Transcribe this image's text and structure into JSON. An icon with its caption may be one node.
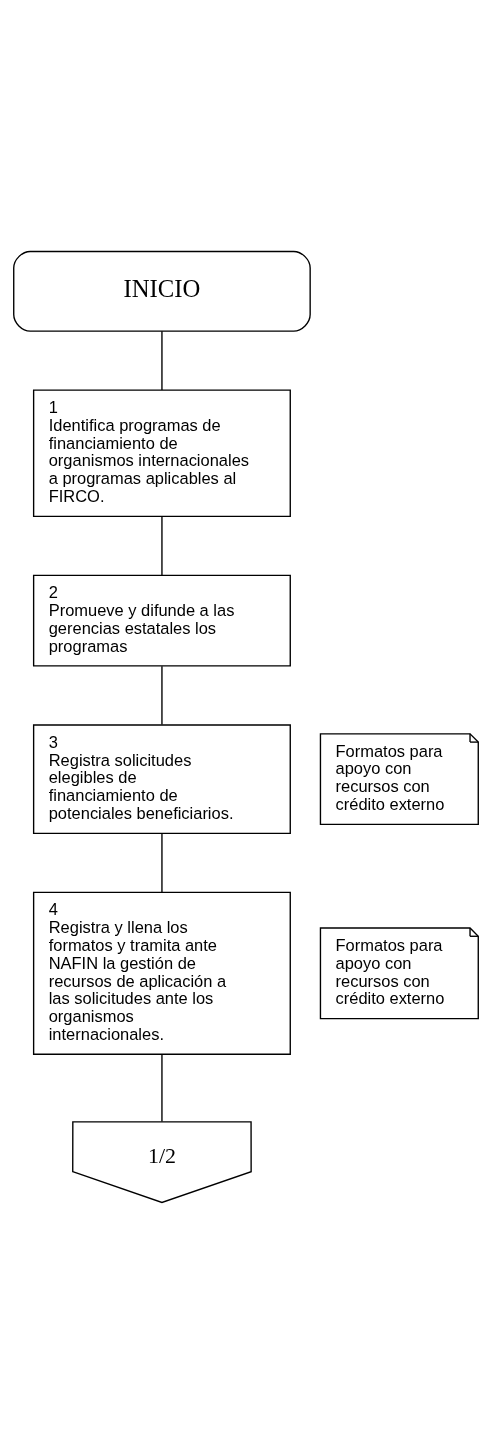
{
  "diagram": {
    "nodes": [
      {
        "text": [
          "INICIO"
        ]
      },
      {
        "text": [
          "1",
          "Identifica programas de financiamiento de organismos internacionales a programas aplicables al FIRCO."
        ]
      },
      {
        "text": [
          "2",
          "Promueve y difunde a las gerencias estatales los programas"
        ]
      },
      {
        "text": [
          "3",
          "Registra solicitudes elegibles de financiamiento de potenciales beneficiarios."
        ]
      },
      {
        "text": [
          "Formatos para apoyo con recursos con crédito externo"
        ]
      },
      {
        "text": [
          "4",
          "Registra y llena los formatos y tramita ante NAFIN la gestión de recursos de aplicación a las solicitudes ante los organismos internacionales."
        ]
      },
      {
        "text": [
          "Formatos para apoyo con recursos con crédito externo"
        ]
      },
      {
        "text": [
          "1/2"
        ]
      }
    ],
    "edges": [
      {
        "from": 0,
        "to": 1,
        "arrow": "none"
      },
      {
        "from": 1,
        "to": 2,
        "arrow": "none"
      },
      {
        "from": 2,
        "to": 3,
        "arrow": "none"
      },
      {
        "from": 3,
        "to": 5,
        "arrow": "none"
      },
      {
        "from": 5,
        "to": 7,
        "arrow": "none"
      }
    ]
  }
}
